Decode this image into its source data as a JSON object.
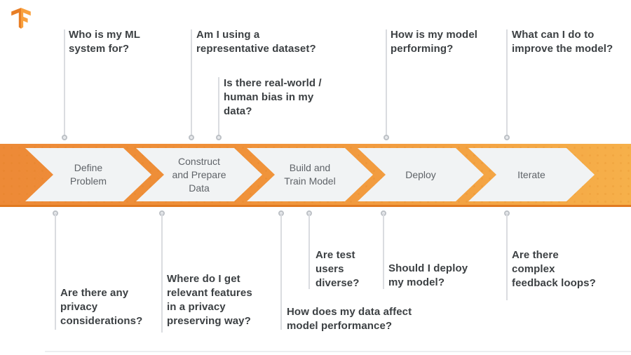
{
  "diagram": {
    "subject": "machine-learning-workflow",
    "brand_logo": "tensorflow-logo"
  },
  "stages": [
    {
      "label": "Define\nProblem"
    },
    {
      "label": "Construct\nand Prepare\nData"
    },
    {
      "label": "Build and\nTrain Model"
    },
    {
      "label": "Deploy"
    },
    {
      "label": "Iterate"
    }
  ],
  "top_questions": [
    {
      "text": "Who is my ML\nsystem for?"
    },
    {
      "text": "Am I using a\nrepresentative dataset?"
    },
    {
      "text": "Is there real-world /\nhuman bias in my\ndata?"
    },
    {
      "text": "How is my model\nperforming?"
    },
    {
      "text": "What can I do to\nimprove the model?"
    }
  ],
  "bottom_questions": [
    {
      "text": "Are there any\nprivacy\nconsiderations?"
    },
    {
      "text": "Where do I get\nrelevant features\nin a privacy\npreserving way?"
    },
    {
      "text": "How does my data affect\nmodel performance?"
    },
    {
      "text": "Are test\nusers\ndiverse?"
    },
    {
      "text": "Should I deploy\nmy model?"
    },
    {
      "text": "Are there\ncomplex\nfeedback loops?"
    }
  ],
  "colors": {
    "band_left": "#ED8A37",
    "band_right": "#F6B04A",
    "band_bottom_edge": "#E17A20",
    "chevron_fill": "#F1F3F4",
    "question_text": "#3C4043",
    "stage_text": "#5F6368",
    "connector_line": "#DADCE0",
    "connector_dot": "#BDC1C6",
    "logo_dark_orange": "#E87E26",
    "logo_light_orange": "#F9A13E"
  }
}
